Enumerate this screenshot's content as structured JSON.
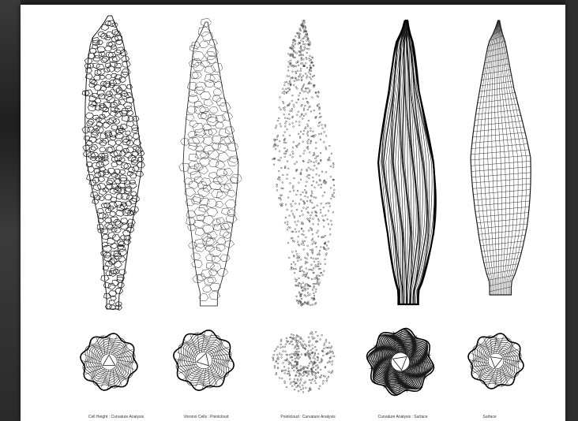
{
  "panels": [
    {
      "id": "cell-height",
      "style": "voronoi-dense",
      "caption": "Cell Height : Curvature Analysis"
    },
    {
      "id": "voronoi-cells",
      "style": "voronoi-light",
      "caption": "Voronoi Cells : Pointcloud"
    },
    {
      "id": "pointcloud",
      "style": "points",
      "caption": "Pointcloud : Curvature Analysis"
    },
    {
      "id": "curvature",
      "style": "contours",
      "caption": "Curvature Analysis : Surface"
    },
    {
      "id": "surface",
      "style": "grid",
      "caption": "Surface"
    }
  ],
  "colors": {
    "sheet": "#ffffff",
    "ink": "#1a1a1a",
    "background": "#2b2b2b"
  }
}
